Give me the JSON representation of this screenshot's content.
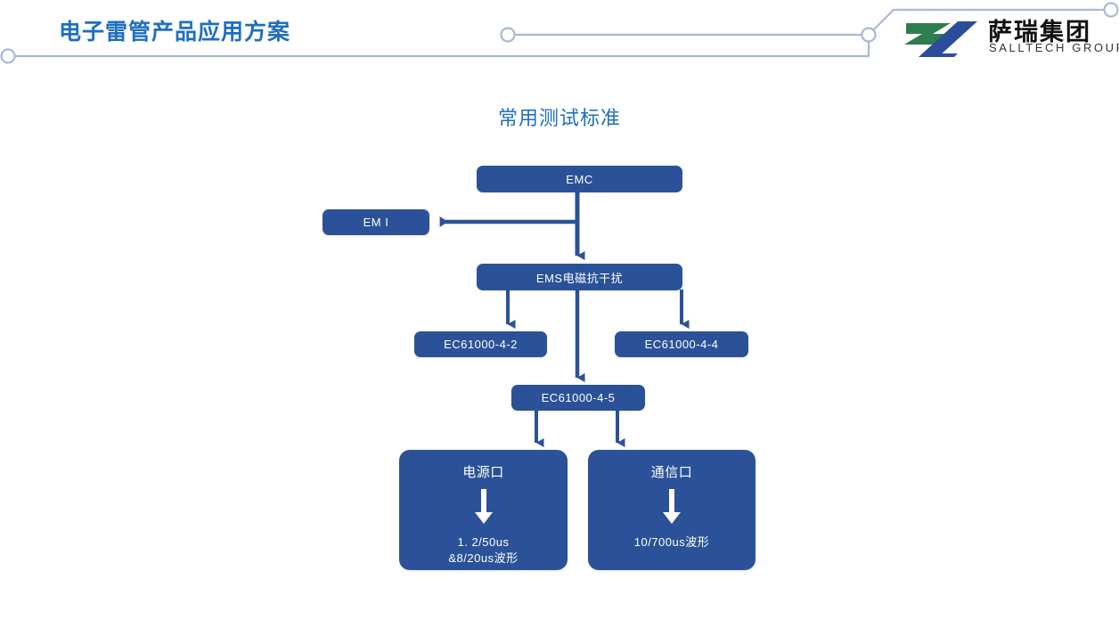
{
  "header": {
    "title": "电子雷管产品应用方案",
    "title_color": "#1F6FC0",
    "deco_line_color": "#A9B8D8",
    "logo": {
      "name_cn": "萨瑞集团",
      "name_en": "SALLTECH GROUP",
      "mark_green": "#2E7D4F",
      "mark_blue": "#2B4E9B"
    }
  },
  "slide": {
    "title": "常用测试标准",
    "title_color": "#1F6FC0"
  },
  "diagram": {
    "node_color": "#2B5298",
    "arrow_color": "#2B5298",
    "nodes": {
      "emc": "EMC",
      "emi": "EM I",
      "ems": "EMS电磁抗干扰",
      "ec_4_2": "EC61000-4-2",
      "ec_4_4": "EC61000-4-4",
      "ec_4_5": "EC61000-4-5",
      "power_port": {
        "head": "电源口",
        "sub": "1. 2/50us\n&8/20us波形"
      },
      "comm_port": {
        "head": "通信口",
        "sub": "10/700us波形"
      }
    }
  }
}
